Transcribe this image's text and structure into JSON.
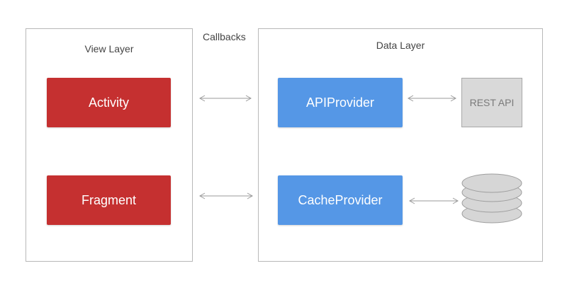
{
  "view_layer": {
    "title": "View Layer",
    "blocks": [
      "Activity",
      "Fragment"
    ]
  },
  "data_layer": {
    "title": "Data Layer",
    "blocks": [
      "APIProvider",
      "CacheProvider"
    ]
  },
  "callbacks_label": "Callbacks",
  "rest_api_label": "REST API",
  "icons": {
    "arrows": "double-arrow-icon",
    "database": "database-icon"
  },
  "colors": {
    "view_block": "#c53030",
    "data_block": "#5597e6",
    "rest_box": "#d9d9d9",
    "border": "#b8b8b8"
  }
}
